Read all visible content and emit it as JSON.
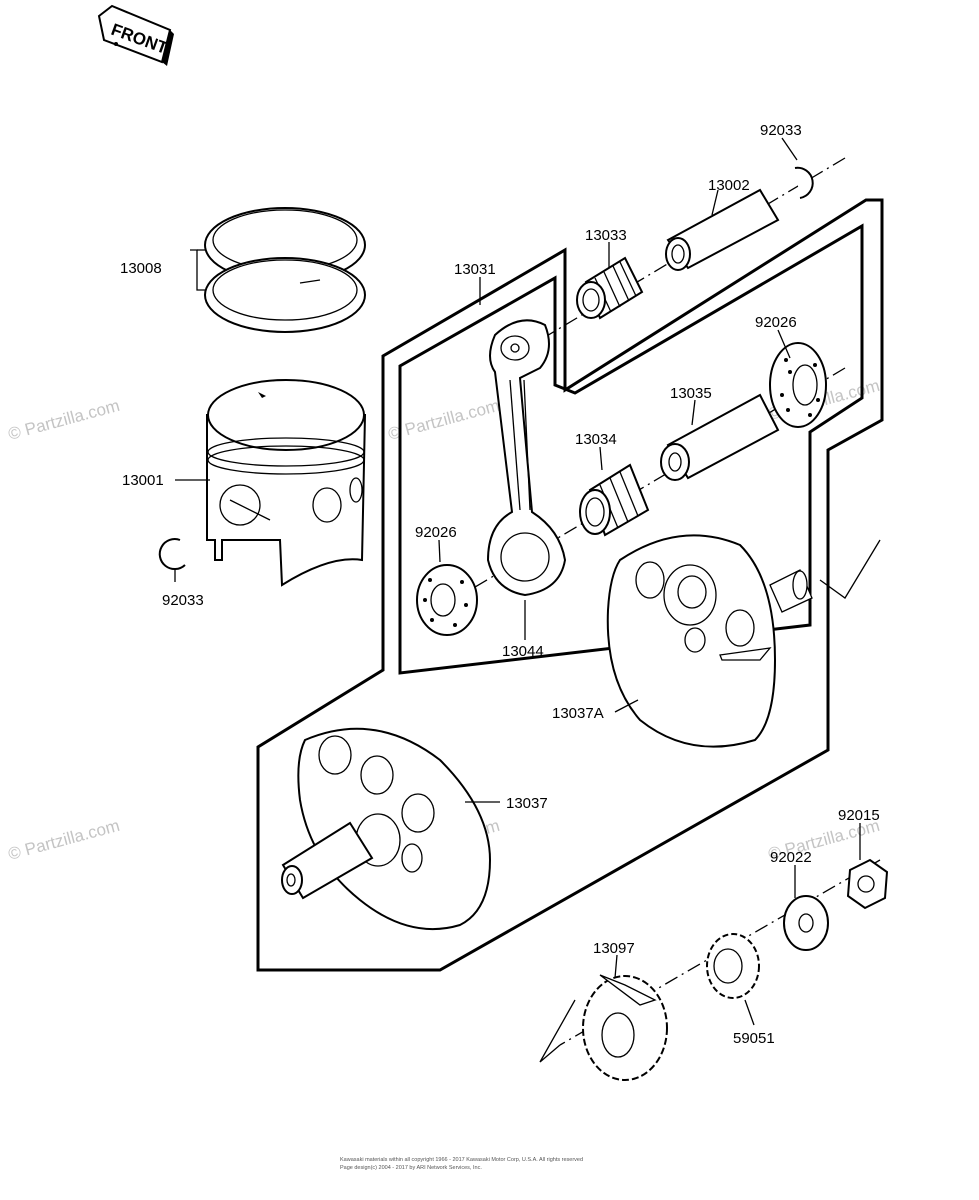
{
  "front_tag": {
    "text": "FRONT"
  },
  "watermarks": [
    "© Partzilla.com",
    "© Partzilla.com",
    "© Partzilla.com",
    "© Partzilla.com",
    "© Partzilla.com",
    "© Partzilla.com"
  ],
  "parts": {
    "piston_pin_clip_top": "92033",
    "piston_pin": "13002",
    "small_end_bearing": "13033",
    "connecting_rod": "13031",
    "piston_rings": "13008",
    "thrust_washer_right": "92026",
    "crankpin": "13035",
    "big_end_bearing": "13034",
    "piston": "13001",
    "thrust_washer_left": "92026",
    "piston_pin_clip_left": "92033",
    "connecting_rod_assy": "13044",
    "crankshaft_right": "13037A",
    "crankshaft_left": "13037",
    "nut": "92015",
    "washer": "92022",
    "gear": "13097",
    "sprocket": "59051"
  },
  "copyright": {
    "line1": "Kawasaki materials within all copyright 1966 - 2017 Kawasaki Motor Corp, U.S.A. All rights reserved",
    "line2": "Page design(c) 2004 - 2017 by ARI Network Services, Inc."
  }
}
